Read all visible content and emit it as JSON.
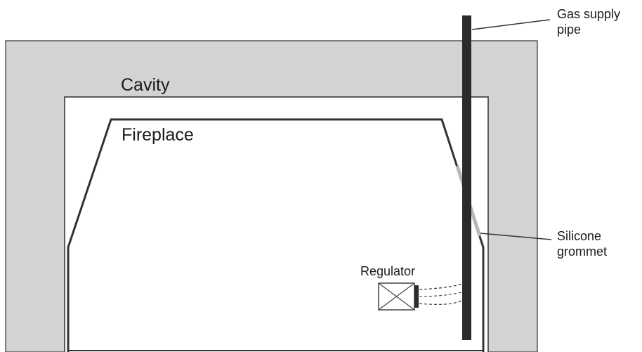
{
  "labels": {
    "cavity": "Cavity",
    "fireplace": "Fireplace",
    "regulator": "Regulator",
    "gas_supply_pipe_line1": "Gas supply",
    "gas_supply_pipe_line2": "pipe",
    "silicone_grommet_line1": "Silicone",
    "silicone_grommet_line2": "grommet"
  },
  "colors": {
    "wall": "#d3d3d3",
    "outline": "#333333",
    "pipe": "#2b2b2b",
    "grommet": "#b8b8b8",
    "background": "#ffffff"
  }
}
